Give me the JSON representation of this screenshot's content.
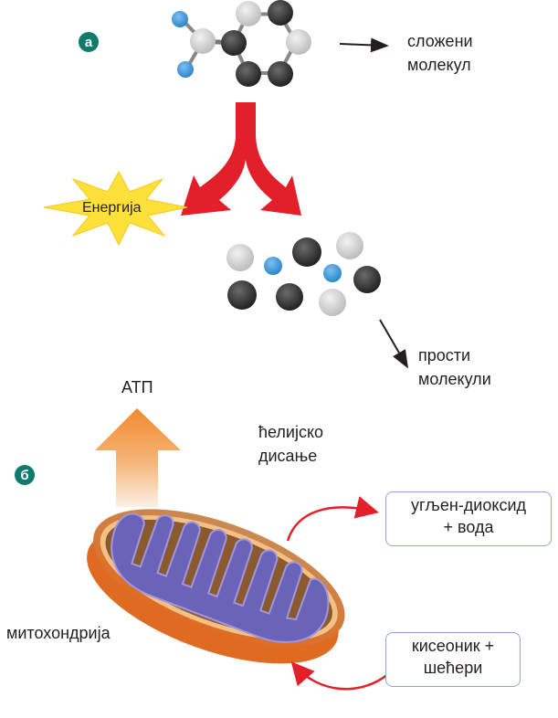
{
  "panel_a": {
    "badge": "а",
    "complex_molecule_label": [
      "сложени",
      "молекул"
    ],
    "energy_label": "Енергија",
    "simple_molecules_label": [
      "прости",
      "молекули"
    ]
  },
  "panel_b": {
    "badge": "б",
    "atp_label": "АТП",
    "process_label": [
      "ћелијско",
      "дисање"
    ],
    "organelle_label": "митохондрија",
    "output_box": [
      "угљен-диоксид",
      "+ вода"
    ],
    "input_box": [
      "кисеоник +",
      "шећери"
    ]
  },
  "colors": {
    "badge": "#0f7b6c",
    "split_arrow": "#e3202a",
    "energy_star": "#fde13a",
    "atp_arrow": "#f28a2e",
    "mitochondrion_outer": "#e0702a",
    "cristae": "#6b63b8",
    "box_border": "#8fa7d6",
    "cycle_arrow": "#e3202a",
    "atom_dark": "#3a3a3a",
    "atom_light": "#d9d9d9",
    "atom_blue": "#3f97d9"
  }
}
